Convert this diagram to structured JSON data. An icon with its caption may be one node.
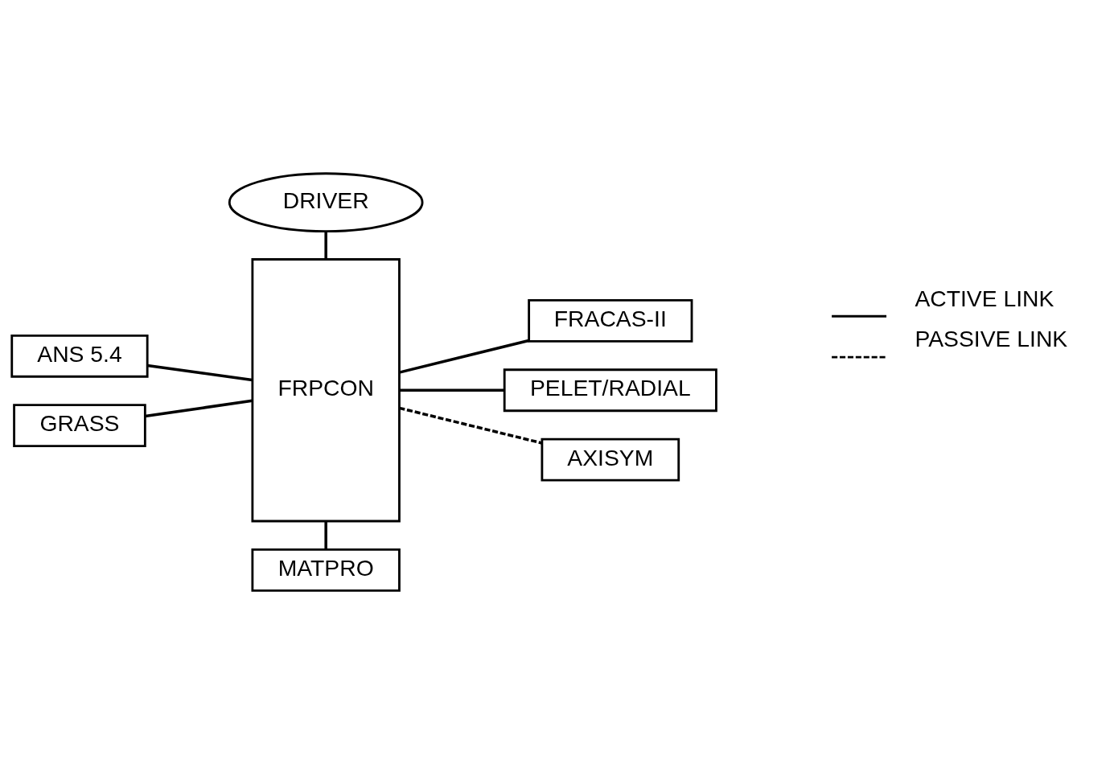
{
  "diagram": {
    "nodes": [
      {
        "text": [
          "DRIVER"
        ]
      },
      {
        "text": [
          "FRPCON"
        ]
      },
      {
        "text": [
          "ANS 5.4"
        ]
      },
      {
        "text": [
          "GRASS"
        ]
      },
      {
        "text": [
          "FRACAS-II"
        ]
      },
      {
        "text": [
          "PELET/RADIAL"
        ]
      },
      {
        "text": [
          "AXISYM"
        ]
      },
      {
        "text": [
          "MATPRO"
        ]
      }
    ],
    "edges": [
      {
        "from": 0,
        "to": 1,
        "arrow": "none"
      },
      {
        "from": 2,
        "to": 1,
        "arrow": "none"
      },
      {
        "from": 3,
        "to": 1,
        "arrow": "none"
      },
      {
        "from": 1,
        "to": 4,
        "arrow": "none"
      },
      {
        "from": 1,
        "to": 5,
        "arrow": "none"
      },
      {
        "from": 1,
        "to": 6,
        "arrow": "none",
        "style": "dashed"
      },
      {
        "from": 1,
        "to": 7,
        "arrow": "none"
      }
    ],
    "legend": [
      {
        "text": "ACTIVE LINK"
      },
      {
        "text": "PASSIVE LINK"
      }
    ]
  }
}
